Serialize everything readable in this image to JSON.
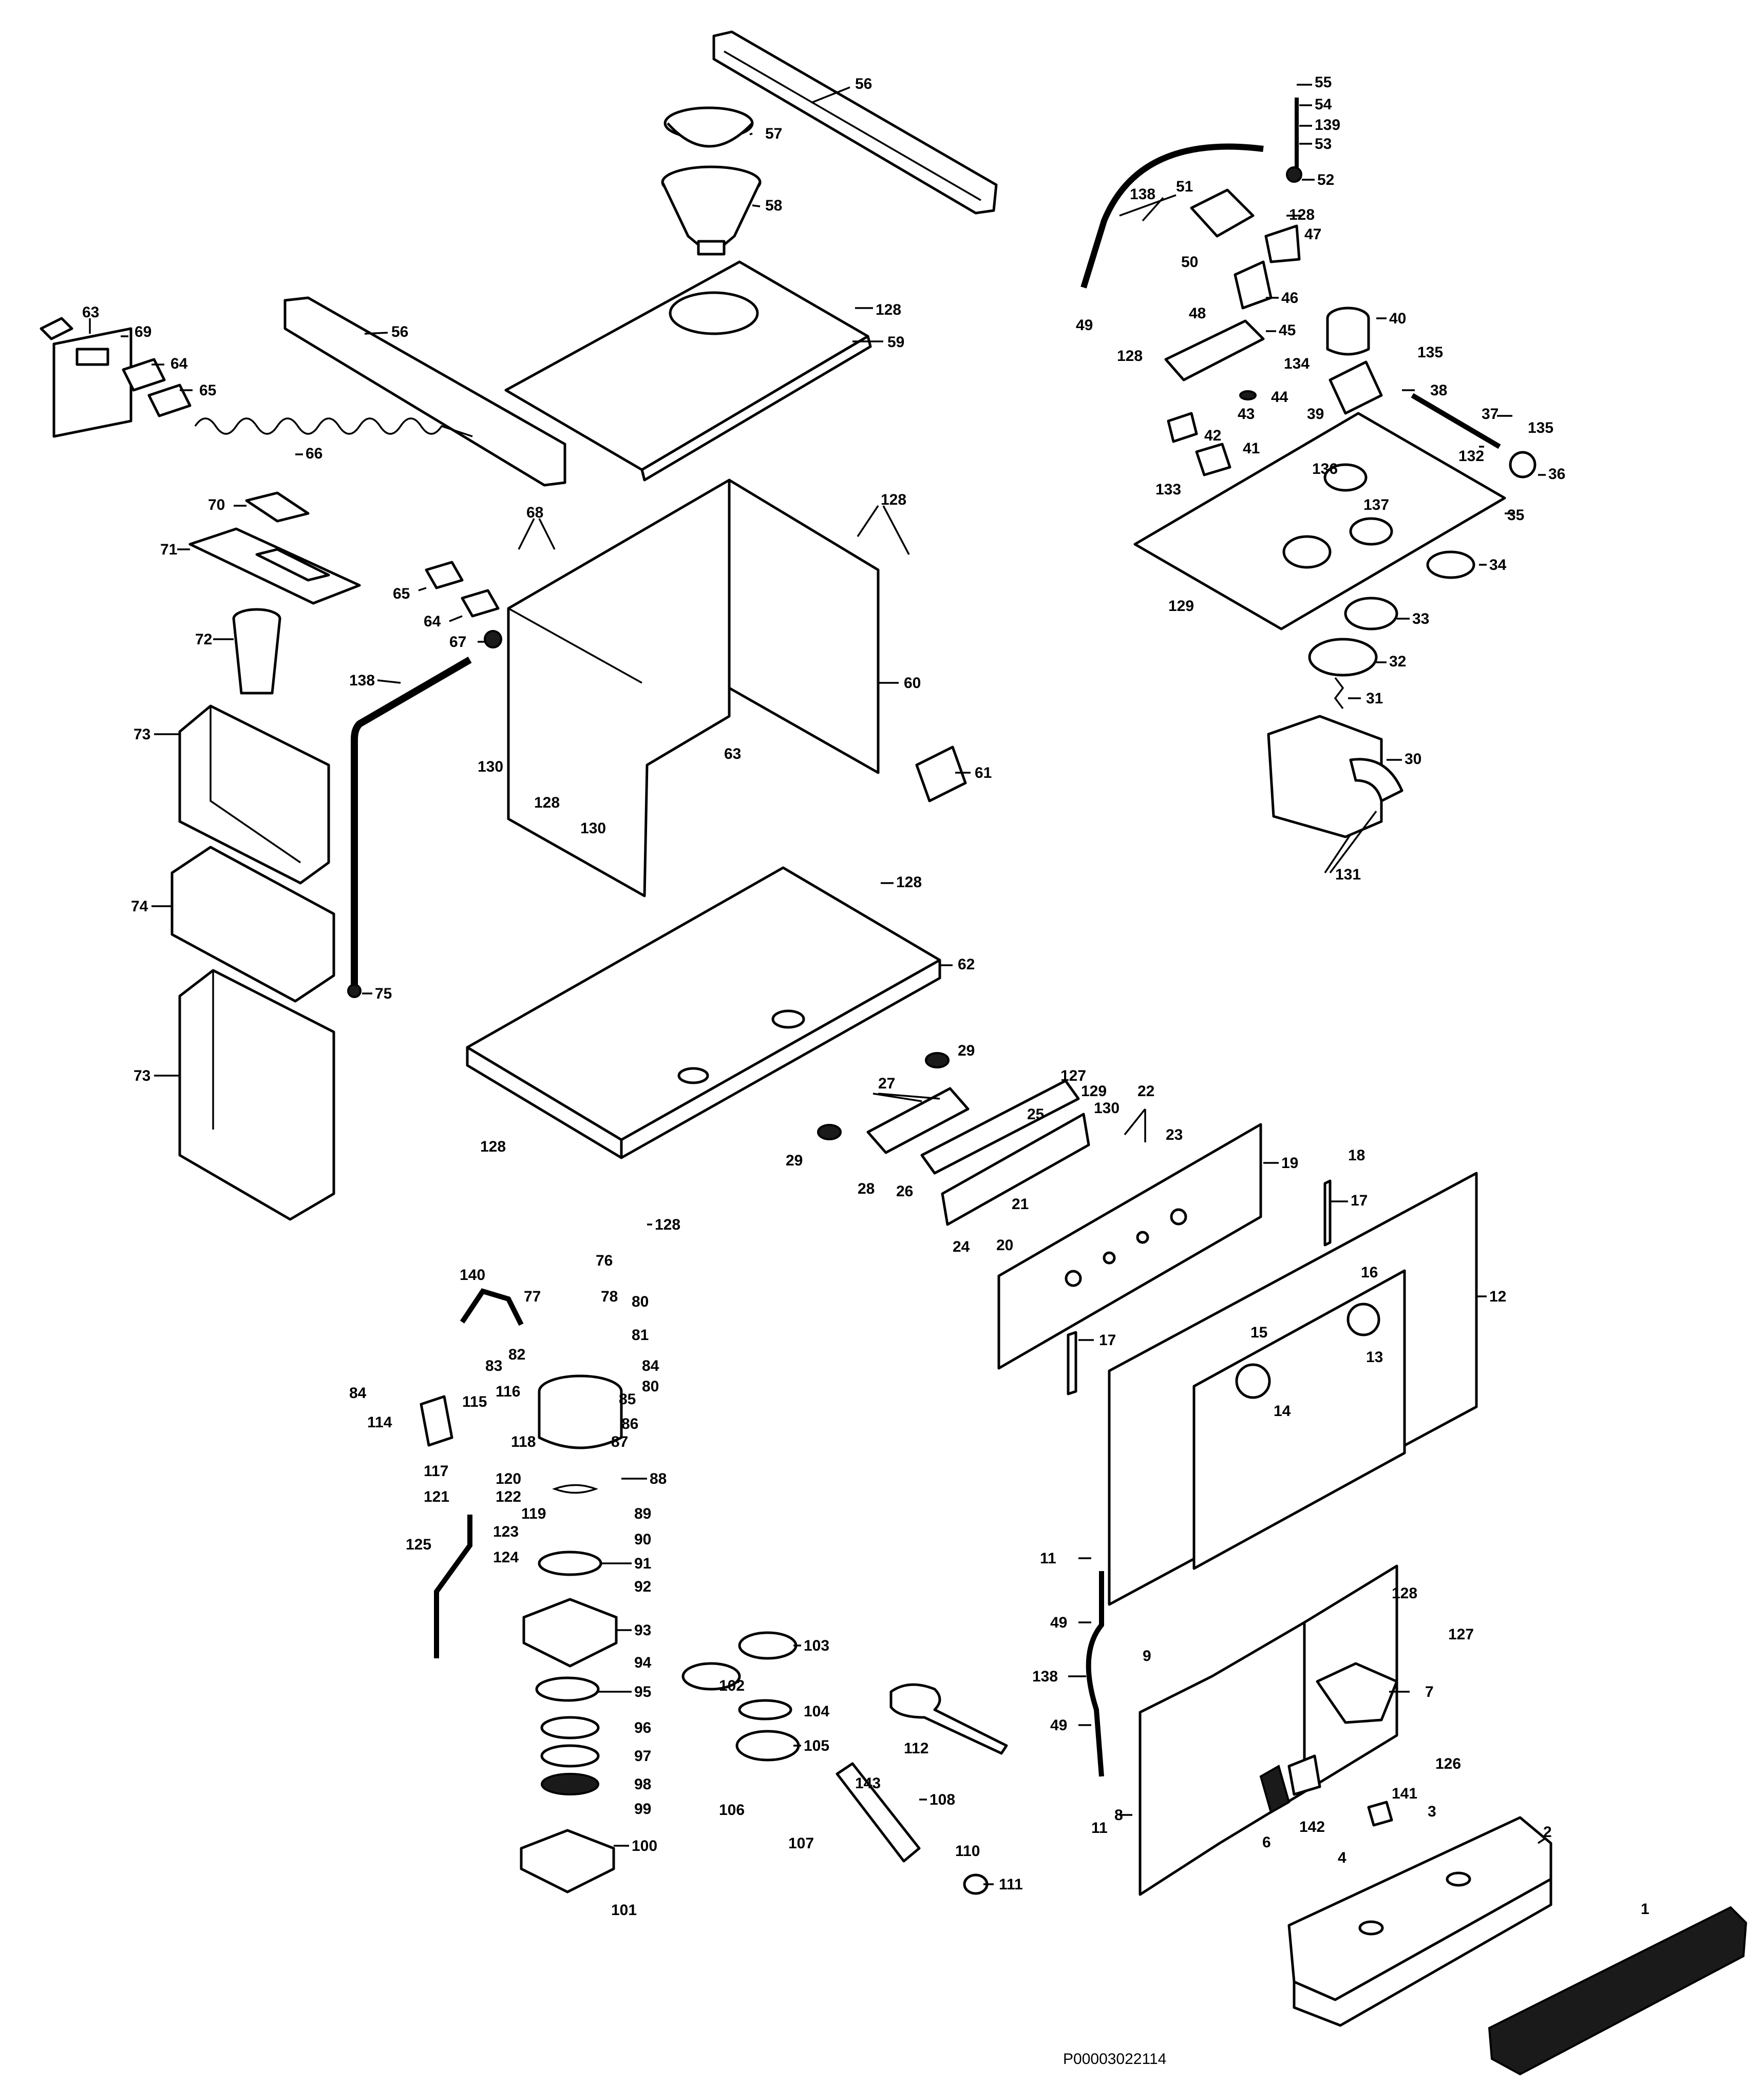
{
  "drawing_code": "P00003022114",
  "callouts": [
    {
      "id": "c56a",
      "text": "56"
    },
    {
      "id": "c57",
      "text": "57"
    },
    {
      "id": "c58",
      "text": "58"
    },
    {
      "id": "c128a",
      "text": "128"
    },
    {
      "id": "c59",
      "text": "59"
    },
    {
      "id": "c56b",
      "text": "56"
    },
    {
      "id": "c63a",
      "text": "63"
    },
    {
      "id": "c69",
      "text": "69"
    },
    {
      "id": "c64a",
      "text": "64"
    },
    {
      "id": "c65a",
      "text": "65"
    },
    {
      "id": "c66",
      "text": "66"
    },
    {
      "id": "c70",
      "text": "70"
    },
    {
      "id": "c71",
      "text": "71"
    },
    {
      "id": "c68",
      "text": "68"
    },
    {
      "id": "c65b",
      "text": "65"
    },
    {
      "id": "c64b",
      "text": "64"
    },
    {
      "id": "c67",
      "text": "67"
    },
    {
      "id": "c72",
      "text": "72"
    },
    {
      "id": "c138a",
      "text": "138"
    },
    {
      "id": "c73a",
      "text": "73"
    },
    {
      "id": "c74",
      "text": "74"
    },
    {
      "id": "c75",
      "text": "75"
    },
    {
      "id": "c73b",
      "text": "73"
    },
    {
      "id": "c128b",
      "text": "128"
    },
    {
      "id": "c60",
      "text": "60"
    },
    {
      "id": "c130a",
      "text": "130"
    },
    {
      "id": "c128c",
      "text": "128"
    },
    {
      "id": "c130b",
      "text": "130"
    },
    {
      "id": "c63b",
      "text": "63"
    },
    {
      "id": "c61",
      "text": "61"
    },
    {
      "id": "c128d",
      "text": "128"
    },
    {
      "id": "c62",
      "text": "62"
    },
    {
      "id": "c128e",
      "text": "128"
    },
    {
      "id": "c128f",
      "text": "128"
    },
    {
      "id": "c55",
      "text": "55"
    },
    {
      "id": "c54",
      "text": "54"
    },
    {
      "id": "c139",
      "text": "139"
    },
    {
      "id": "c53",
      "text": "53"
    },
    {
      "id": "c52",
      "text": "52"
    },
    {
      "id": "c51",
      "text": "51"
    },
    {
      "id": "c138b",
      "text": "138"
    },
    {
      "id": "c128g",
      "text": "128"
    },
    {
      "id": "c47",
      "text": "47"
    },
    {
      "id": "c50",
      "text": "50"
    },
    {
      "id": "c46",
      "text": "46"
    },
    {
      "id": "c49a",
      "text": "49"
    },
    {
      "id": "c48",
      "text": "48"
    },
    {
      "id": "c45",
      "text": "45"
    },
    {
      "id": "c40",
      "text": "40"
    },
    {
      "id": "c128h",
      "text": "128"
    },
    {
      "id": "c134",
      "text": "134"
    },
    {
      "id": "c135a",
      "text": "135"
    },
    {
      "id": "c38",
      "text": "38"
    },
    {
      "id": "c44",
      "text": "44"
    },
    {
      "id": "c39",
      "text": "39"
    },
    {
      "id": "c43",
      "text": "43"
    },
    {
      "id": "c37",
      "text": "37"
    },
    {
      "id": "c42",
      "text": "42"
    },
    {
      "id": "c135b",
      "text": "135"
    },
    {
      "id": "c41",
      "text": "41"
    },
    {
      "id": "c132",
      "text": "132"
    },
    {
      "id": "c36",
      "text": "36"
    },
    {
      "id": "c136",
      "text": "136"
    },
    {
      "id": "c133",
      "text": "133"
    },
    {
      "id": "c137",
      "text": "137"
    },
    {
      "id": "c35",
      "text": "35"
    },
    {
      "id": "c34",
      "text": "34"
    },
    {
      "id": "c129a",
      "text": "129"
    },
    {
      "id": "c33",
      "text": "33"
    },
    {
      "id": "c32",
      "text": "32"
    },
    {
      "id": "c31",
      "text": "31"
    },
    {
      "id": "c30",
      "text": "30"
    },
    {
      "id": "c131",
      "text": "131"
    },
    {
      "id": "c29a",
      "text": "29"
    },
    {
      "id": "c27",
      "text": "27"
    },
    {
      "id": "c127a",
      "text": "127"
    },
    {
      "id": "c129b",
      "text": "129"
    },
    {
      "id": "c130c",
      "text": "130"
    },
    {
      "id": "c25",
      "text": "25"
    },
    {
      "id": "c22",
      "text": "22"
    },
    {
      "id": "c23",
      "text": "23"
    },
    {
      "id": "c29b",
      "text": "29"
    },
    {
      "id": "c28",
      "text": "28"
    },
    {
      "id": "c26",
      "text": "26"
    },
    {
      "id": "c21",
      "text": "21"
    },
    {
      "id": "c24",
      "text": "24"
    },
    {
      "id": "c20",
      "text": "20"
    },
    {
      "id": "c19",
      "text": "19"
    },
    {
      "id": "c18",
      "text": "18"
    },
    {
      "id": "c17a",
      "text": "17"
    },
    {
      "id": "c12",
      "text": "12"
    },
    {
      "id": "c16",
      "text": "16"
    },
    {
      "id": "c13",
      "text": "13"
    },
    {
      "id": "c15",
      "text": "15"
    },
    {
      "id": "c14",
      "text": "14"
    },
    {
      "id": "c17b",
      "text": "17"
    },
    {
      "id": "c140",
      "text": "140"
    },
    {
      "id": "c76",
      "text": "76"
    },
    {
      "id": "c77",
      "text": "77"
    },
    {
      "id": "c78",
      "text": "78"
    },
    {
      "id": "c80a",
      "text": "80"
    },
    {
      "id": "c81",
      "text": "81"
    },
    {
      "id": "c82",
      "text": "82"
    },
    {
      "id": "c83",
      "text": "83"
    },
    {
      "id": "c84a",
      "text": "84"
    },
    {
      "id": "c84b",
      "text": "84"
    },
    {
      "id": "c116",
      "text": "116"
    },
    {
      "id": "c115",
      "text": "115"
    },
    {
      "id": "c85",
      "text": "85"
    },
    {
      "id": "c80b",
      "text": "80"
    },
    {
      "id": "c114",
      "text": "114"
    },
    {
      "id": "c86",
      "text": "86"
    },
    {
      "id": "c87",
      "text": "87"
    },
    {
      "id": "c118",
      "text": "118"
    },
    {
      "id": "c117",
      "text": "117"
    },
    {
      "id": "c120",
      "text": "120"
    },
    {
      "id": "c88",
      "text": "88"
    },
    {
      "id": "c121",
      "text": "121"
    },
    {
      "id": "c122",
      "text": "122"
    },
    {
      "id": "c119",
      "text": "119"
    },
    {
      "id": "c89",
      "text": "89"
    },
    {
      "id": "c123",
      "text": "123"
    },
    {
      "id": "c90",
      "text": "90"
    },
    {
      "id": "c125",
      "text": "125"
    },
    {
      "id": "c124",
      "text": "124"
    },
    {
      "id": "c91",
      "text": "91"
    },
    {
      "id": "c92",
      "text": "92"
    },
    {
      "id": "c93",
      "text": "93"
    },
    {
      "id": "c94",
      "text": "94"
    },
    {
      "id": "c95",
      "text": "95"
    },
    {
      "id": "c96",
      "text": "96"
    },
    {
      "id": "c97",
      "text": "97"
    },
    {
      "id": "c98",
      "text": "98"
    },
    {
      "id": "c99",
      "text": "99"
    },
    {
      "id": "c100",
      "text": "100"
    },
    {
      "id": "c101",
      "text": "101"
    },
    {
      "id": "c103",
      "text": "103"
    },
    {
      "id": "c102",
      "text": "102"
    },
    {
      "id": "c104",
      "text": "104"
    },
    {
      "id": "c105",
      "text": "105"
    },
    {
      "id": "c143",
      "text": "143"
    },
    {
      "id": "c106",
      "text": "106"
    },
    {
      "id": "c107",
      "text": "107"
    },
    {
      "id": "c108",
      "text": "108"
    },
    {
      "id": "c110",
      "text": "110"
    },
    {
      "id": "c111",
      "text": "111"
    },
    {
      "id": "c112",
      "text": "112"
    },
    {
      "id": "c11a",
      "text": "11"
    },
    {
      "id": "c49b",
      "text": "49"
    },
    {
      "id": "c138c",
      "text": "138"
    },
    {
      "id": "c49c",
      "text": "49"
    },
    {
      "id": "c11b",
      "text": "11"
    },
    {
      "id": "c9",
      "text": "9"
    },
    {
      "id": "c128i",
      "text": "128"
    },
    {
      "id": "c127b",
      "text": "127"
    },
    {
      "id": "c7",
      "text": "7"
    },
    {
      "id": "c126",
      "text": "126"
    },
    {
      "id": "c8",
      "text": "8"
    },
    {
      "id": "c141",
      "text": "141"
    },
    {
      "id": "c3",
      "text": "3"
    },
    {
      "id": "c6",
      "text": "6"
    },
    {
      "id": "c142",
      "text": "142"
    },
    {
      "id": "c4",
      "text": "4"
    },
    {
      "id": "c2",
      "text": "2"
    },
    {
      "id": "c1",
      "text": "1"
    }
  ]
}
